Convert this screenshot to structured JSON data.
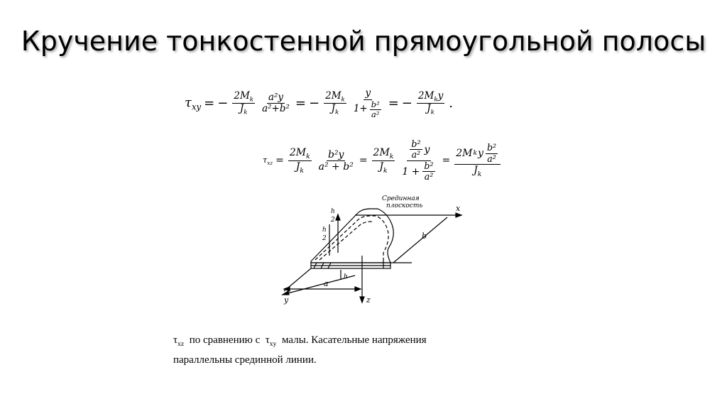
{
  "slide": {
    "title": "Кручение тонкостенной прямоугольной полосы"
  },
  "equation1": {
    "lhs": "τ",
    "lhs_sub": "xy",
    "eq": "=",
    "minus": "−",
    "term1_num": "2M",
    "term1_num_sub": "k",
    "term1_den": "J",
    "term1_den_sub": "k",
    "term1b_num": "a²y",
    "term1b_den": "a²+b²",
    "term2_num": "2M",
    "term2_num_sub": "k",
    "term2_den": "J",
    "term2_den_sub": "k",
    "term2b_num": "y",
    "term2b_den_prefix": "1+",
    "term2b_den_num": "b²",
    "term2b_den_den": "a²",
    "term3_num": "2M",
    "term3_num_sub": "k",
    "term3_num_y": "y",
    "term3_den": "J",
    "term3_den_sub": "k",
    "end": "."
  },
  "equation2": {
    "lhs": "τ",
    "lhs_sub": "xz",
    "eq": "=",
    "t1_num": "2M",
    "t1_num_sub": "k",
    "t1_den": "J",
    "t1_den_sub": "k",
    "t1b_num": "b²y",
    "t1b_den": "a² + b²",
    "t2_num": "2M",
    "t2_num_sub": "k",
    "t2_den": "J",
    "t2_den_sub": "k",
    "t2b_num_num": "b²",
    "t2b_num_den": "a²",
    "t2b_num_y": "y",
    "t2b_den_prefix": "1 +",
    "t2b_den_num": "b²",
    "t2b_den_den": "a²",
    "t3_num": "2M",
    "t3_num_sub": "k",
    "t3_num_y": "y",
    "t3_num_fnum": "b²",
    "t3_num_fden": "a²",
    "t3_den": "J",
    "t3_den_sub": "k"
  },
  "figure": {
    "label_midplane_1": "Срединная",
    "label_midplane_2": "плоскость",
    "label_x": "x",
    "label_y": "y",
    "label_z": "z",
    "label_a": "a",
    "label_b": "b",
    "label_h": "h",
    "label_h2_num": "h",
    "label_h2_den": "2"
  },
  "caption": {
    "tau1": "τ",
    "tau1_sub": "xz",
    "text1": "по сравнению с",
    "tau2": "τ",
    "tau2_sub": "xy",
    "text2": "малы. Касательные напряжения",
    "line2": "параллельны срединной линии."
  }
}
